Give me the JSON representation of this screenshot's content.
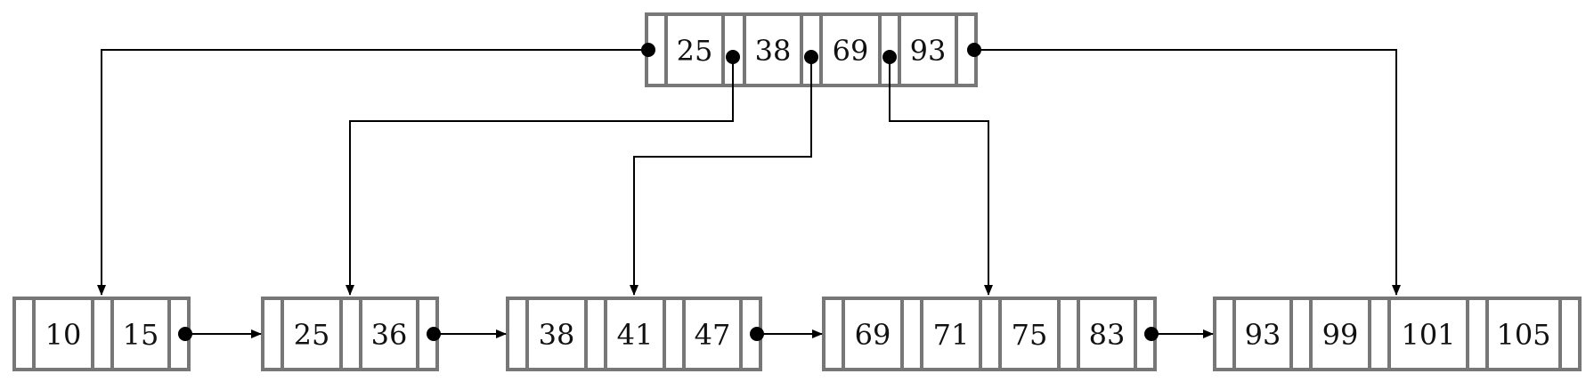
{
  "root": {
    "keys": [
      "25",
      "38",
      "69",
      "93"
    ]
  },
  "leaves": [
    {
      "keys": [
        "10",
        "15"
      ]
    },
    {
      "keys": [
        "25",
        "36"
      ]
    },
    {
      "keys": [
        "38",
        "41",
        "47"
      ]
    },
    {
      "keys": [
        "69",
        "71",
        "75",
        "83"
      ]
    },
    {
      "keys": [
        "93",
        "99",
        "101",
        "105"
      ]
    }
  ]
}
